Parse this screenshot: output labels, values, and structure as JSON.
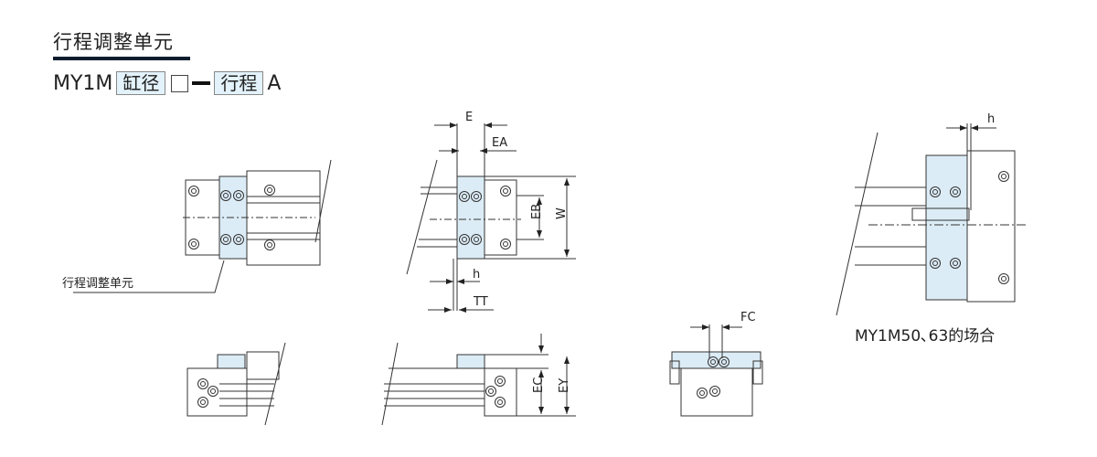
{
  "header": {
    "title": "行程调整单元",
    "model_prefix": "MY1M",
    "bore_label": "缸径",
    "stroke_label": "行程",
    "suffix": "A"
  },
  "diagram": {
    "callout_label": "行程调整单元",
    "dims": {
      "E": "E",
      "EA": "EA",
      "EB": "EB",
      "W": "W",
      "h": "h",
      "TT": "TT",
      "EC": "EC",
      "EY": "EY",
      "FC": "FC",
      "h_large": "h"
    },
    "caption_large": "MY1M50､63的场合"
  },
  "colors": {
    "block": "#dcecf6",
    "title_bar": "#0b1d2e"
  }
}
